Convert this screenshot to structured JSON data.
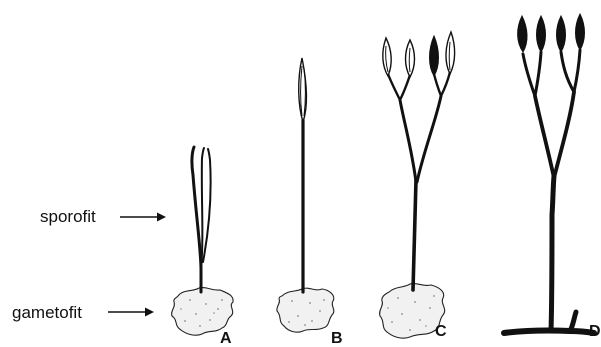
{
  "labels": {
    "sporophyte": "sporofit",
    "gametophyte": "gametofit"
  },
  "stages": [
    {
      "letter": "A"
    },
    {
      "letter": "B"
    },
    {
      "letter": "C"
    },
    {
      "letter": "D"
    }
  ],
  "colors": {
    "ink": "#111111",
    "thallus_fill": "#f1f1f1"
  }
}
